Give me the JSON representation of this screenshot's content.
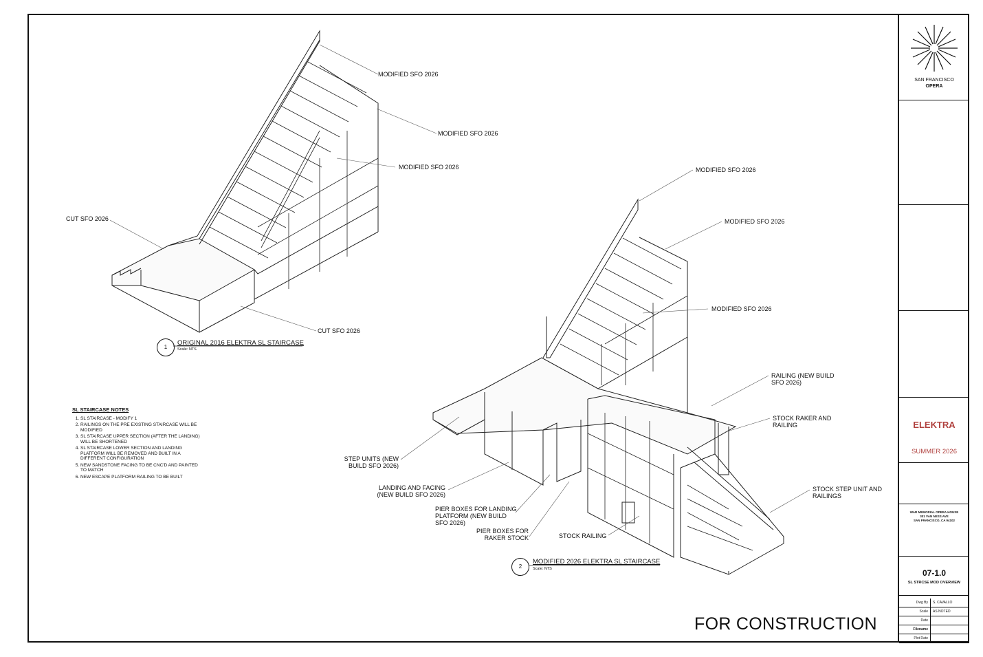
{
  "view1": {
    "number": "1",
    "title": "ORIGINAL 2016 ELEKTRA SL STAIRCASE",
    "scale": "Scale: NTS",
    "callouts": [
      "MODIFIED SFO 2026",
      "MODIFIED SFO 2026",
      "MODIFIED SFO 2026",
      "CUT SFO 2026",
      "CUT SFO 2026"
    ]
  },
  "view2": {
    "number": "2",
    "title": "MODIFIED 2026 ELEKTRA SL STAIRCASE",
    "scale": "Scale: NTS",
    "callouts": [
      "MODIFIED SFO 2026",
      "MODIFIED SFO 2026",
      "MODIFIED SFO 2026",
      "RAILING (NEW BUILD\nSFO 2026)",
      "STOCK RAKER AND\nRAILING",
      "STOCK STEP UNIT AND\nRAILINGS",
      "STEP UNITS (NEW\nBUILD SFO 2026)",
      "LANDING AND FACING\n(NEW BUILD SFO 2026)",
      "PIER BOXES FOR LANDING\nPLATFORM (NEW BUILD\nSFO 2026)",
      "PIER BOXES FOR\nRAKER STOCK",
      "STOCK RAILING"
    ]
  },
  "notes": {
    "title": "SL STAIRCASE NOTES",
    "items": [
      "SL STAIRCASE - MODIFY 1",
      "RAILINGS ON THE PRE EXISTING STAIRCASE WILL BE\nMODIFIED",
      "SL STAIRCASE UPPER SECTION (AFTER THE LANDING)\nWILL BE SHORTENED",
      "SL STAIRCASE LOWER SECTION AND LANDING\nPLATFORM WILL BE REMOVED AND BUILT IN A\nDIFFERENT CONFIGURATION",
      "NEW SANDSTONE FACING TO BE CNC'D AND PAINTED\nTO MATCH",
      "NEW ESCAPE PLATFORM RAILING TO BE BUILT"
    ]
  },
  "stamp": "FOR CONSTRUCTION",
  "title_block": {
    "logo_line1": "SAN FRANCISCO",
    "logo_line2": "OPERA",
    "production": "ELEKTRA",
    "season": "SUMMER 2026",
    "venue": [
      "WAR MEMORIAL OPERA HOUSE",
      "301 VAN NESS AVE",
      "SAN FRANCISCO, CA 94102"
    ],
    "sheet_number": "07-1.0",
    "sheet_title": "SL STRCSE MOD OVERVIEW",
    "table": [
      {
        "label": "Dwg By",
        "value": "S. CAVALLO"
      },
      {
        "label": "Scale",
        "value": "AS NOTED"
      },
      {
        "label": "Date",
        "value": ""
      },
      {
        "label": "Filename",
        "value": ""
      },
      {
        "label": "Plot Date",
        "value": ""
      }
    ],
    "accent_color": "#b0413e"
  }
}
